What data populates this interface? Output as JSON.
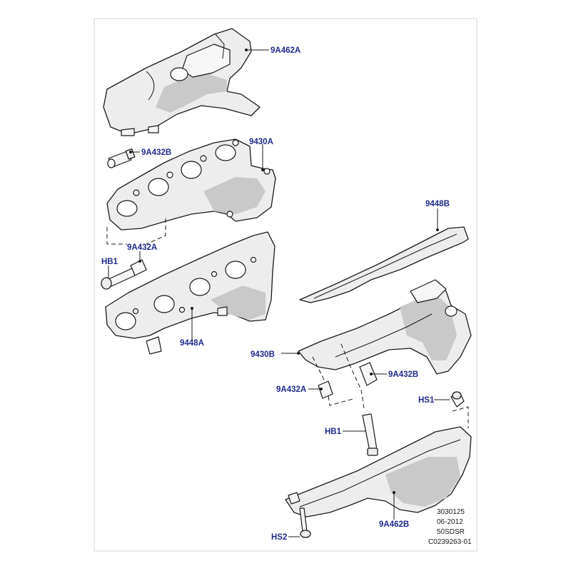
{
  "callouts": {
    "hs_9a462a": "9A462A",
    "bolt_9a432b_top": "9A432B",
    "manifold_9430a": "9430A",
    "bolt_9a432a_top": "9A432A",
    "hb1_top": "HB1",
    "gasket_9448a": "9448A",
    "gasket_9448b": "9448B",
    "manifold_9430b": "9430B",
    "bolt_9a432b_bottom": "9A432B",
    "bolt_9a432a_bottom": "9A432A",
    "hs1": "HS1",
    "hb1_bottom": "HB1",
    "hs_9a462b": "9A462B",
    "hs2": "HS2"
  },
  "reference_block": {
    "code": "3030125",
    "date": "06-2012",
    "model": "50SDSR",
    "image_id": "C0239263-01"
  }
}
